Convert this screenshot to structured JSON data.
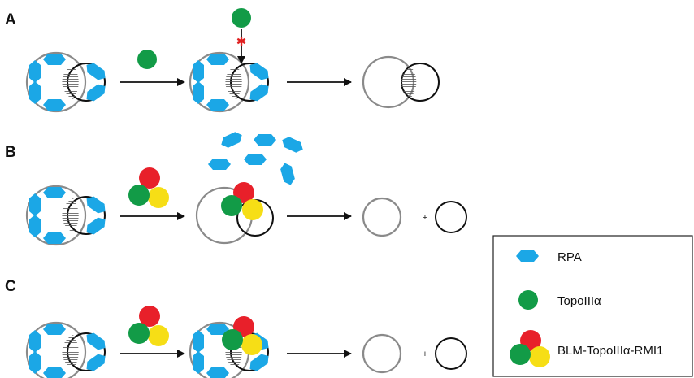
{
  "panels": [
    {
      "letter": "A"
    },
    {
      "letter": "B"
    },
    {
      "letter": "C"
    }
  ],
  "plus_sign": "+",
  "block_mark": "✱",
  "legend": {
    "items": [
      {
        "label": "RPA",
        "shape": "rpa-hexagon",
        "color": "#1ba7e6"
      },
      {
        "label": "TopoIIIα",
        "shape": "circle",
        "color": "#129b47"
      },
      {
        "label": "BLM-TopoIIIα-RMI1",
        "shape": "three-circles",
        "colors": [
          "#e8202a",
          "#129b47",
          "#f6de16"
        ]
      }
    ]
  },
  "colors": {
    "rpa": "#1ba7e6",
    "topo": "#129b47",
    "blm": "#e8202a",
    "rmi1": "#f6de16",
    "dna_grey": "#8a8a8a",
    "dna_black": "#111111",
    "block_red": "#e02020"
  }
}
